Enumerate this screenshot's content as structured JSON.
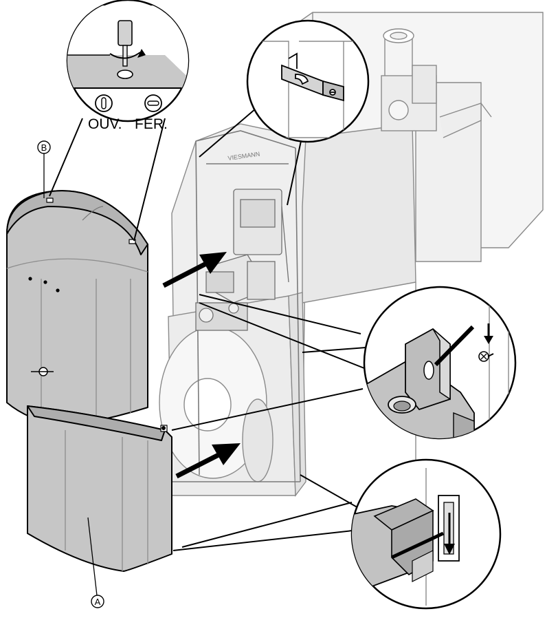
{
  "callouts": {
    "a": "A",
    "b": "B"
  },
  "screw_detail": {
    "open_label": "OUV.",
    "close_label": "FER."
  },
  "brand_mark": "VIESMANN",
  "colors": {
    "panel_fill": "#c6c6c6",
    "panel_shade": "#b3b3b3",
    "boiler_fill": "#eeeeee",
    "outline": "#000000"
  }
}
